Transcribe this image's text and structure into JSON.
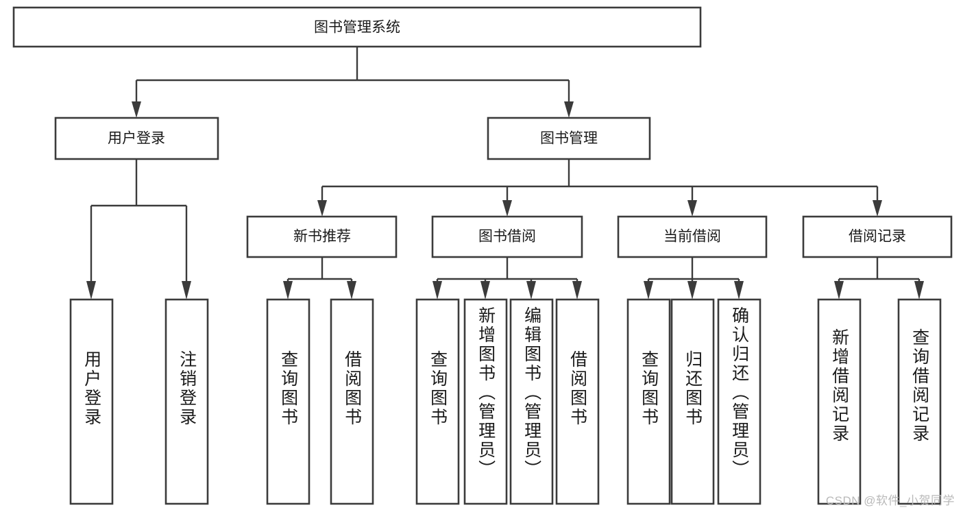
{
  "diagram": {
    "title": "图书管理系统",
    "watermark": "CSDN @软件_小贺同学",
    "colors": {
      "stroke": "#3b3b3b",
      "fill": "#ffffff",
      "text": "#1a1a1a",
      "watermark": "#b9b9b9",
      "background": "#ffffff"
    },
    "root": {
      "label": "图书管理系统"
    },
    "level2": [
      {
        "label": "用户登录"
      },
      {
        "label": "图书管理"
      }
    ],
    "level3": [
      {
        "label": "新书推荐"
      },
      {
        "label": "图书借阅"
      },
      {
        "label": "当前借阅"
      },
      {
        "label": "借阅记录"
      }
    ],
    "leaves": {
      "user_login": [
        {
          "label": "用户登录"
        },
        {
          "label": "注销登录"
        }
      ],
      "new_book_recommend": [
        {
          "label": "查询图书"
        },
        {
          "label": "借阅图书"
        }
      ],
      "book_borrow": [
        {
          "label": "查询图书"
        },
        {
          "label": "新增图书（管理员）"
        },
        {
          "label": "编辑图书（管理员）"
        },
        {
          "label": "借阅图书"
        }
      ],
      "current_borrow": [
        {
          "label": "查询图书"
        },
        {
          "label": "归还图书"
        },
        {
          "label": "确认归还（管理员）"
        }
      ],
      "borrow_record": [
        {
          "label": "新增借阅记录"
        },
        {
          "label": "查询借阅记录"
        }
      ]
    }
  }
}
